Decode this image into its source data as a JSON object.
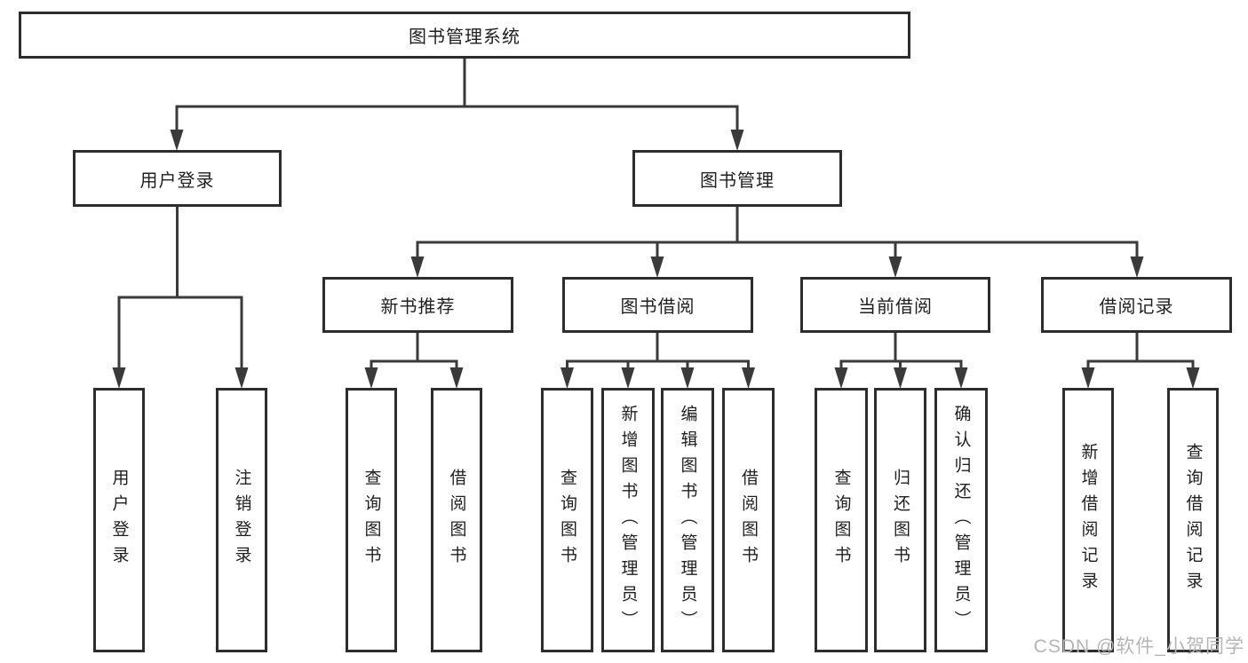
{
  "colors": {
    "background": "#ffffff",
    "line": "#3a3a3a",
    "box_border": "#2d2d2d",
    "box_fill": "#ffffff",
    "text": "#1f1f1f",
    "watermark": "#b5b5b5"
  },
  "tree": {
    "root": {
      "label": "图书管理系统"
    },
    "children": [
      {
        "label": "用户登录",
        "children": [
          {
            "label": "用户登录"
          },
          {
            "label": "注销登录"
          }
        ]
      },
      {
        "label": "图书管理",
        "children": [
          {
            "label": "新书推荐",
            "children": [
              {
                "label": "查询图书"
              },
              {
                "label": "借阅图书"
              }
            ]
          },
          {
            "label": "图书借阅",
            "children": [
              {
                "label": "查询图书"
              },
              {
                "label": "新增图书（管理员）"
              },
              {
                "label": "编辑图书（管理员）"
              },
              {
                "label": "借阅图书"
              }
            ]
          },
          {
            "label": "当前借阅",
            "children": [
              {
                "label": "查询图书"
              },
              {
                "label": "归还图书"
              },
              {
                "label": "确认归还（管理员）"
              }
            ]
          },
          {
            "label": "借阅记录",
            "children": [
              {
                "label": "新增借阅记录"
              },
              {
                "label": "查询借阅记录"
              }
            ]
          }
        ]
      }
    ]
  },
  "watermark": {
    "text": "CSDN @软件_小贺同学"
  }
}
